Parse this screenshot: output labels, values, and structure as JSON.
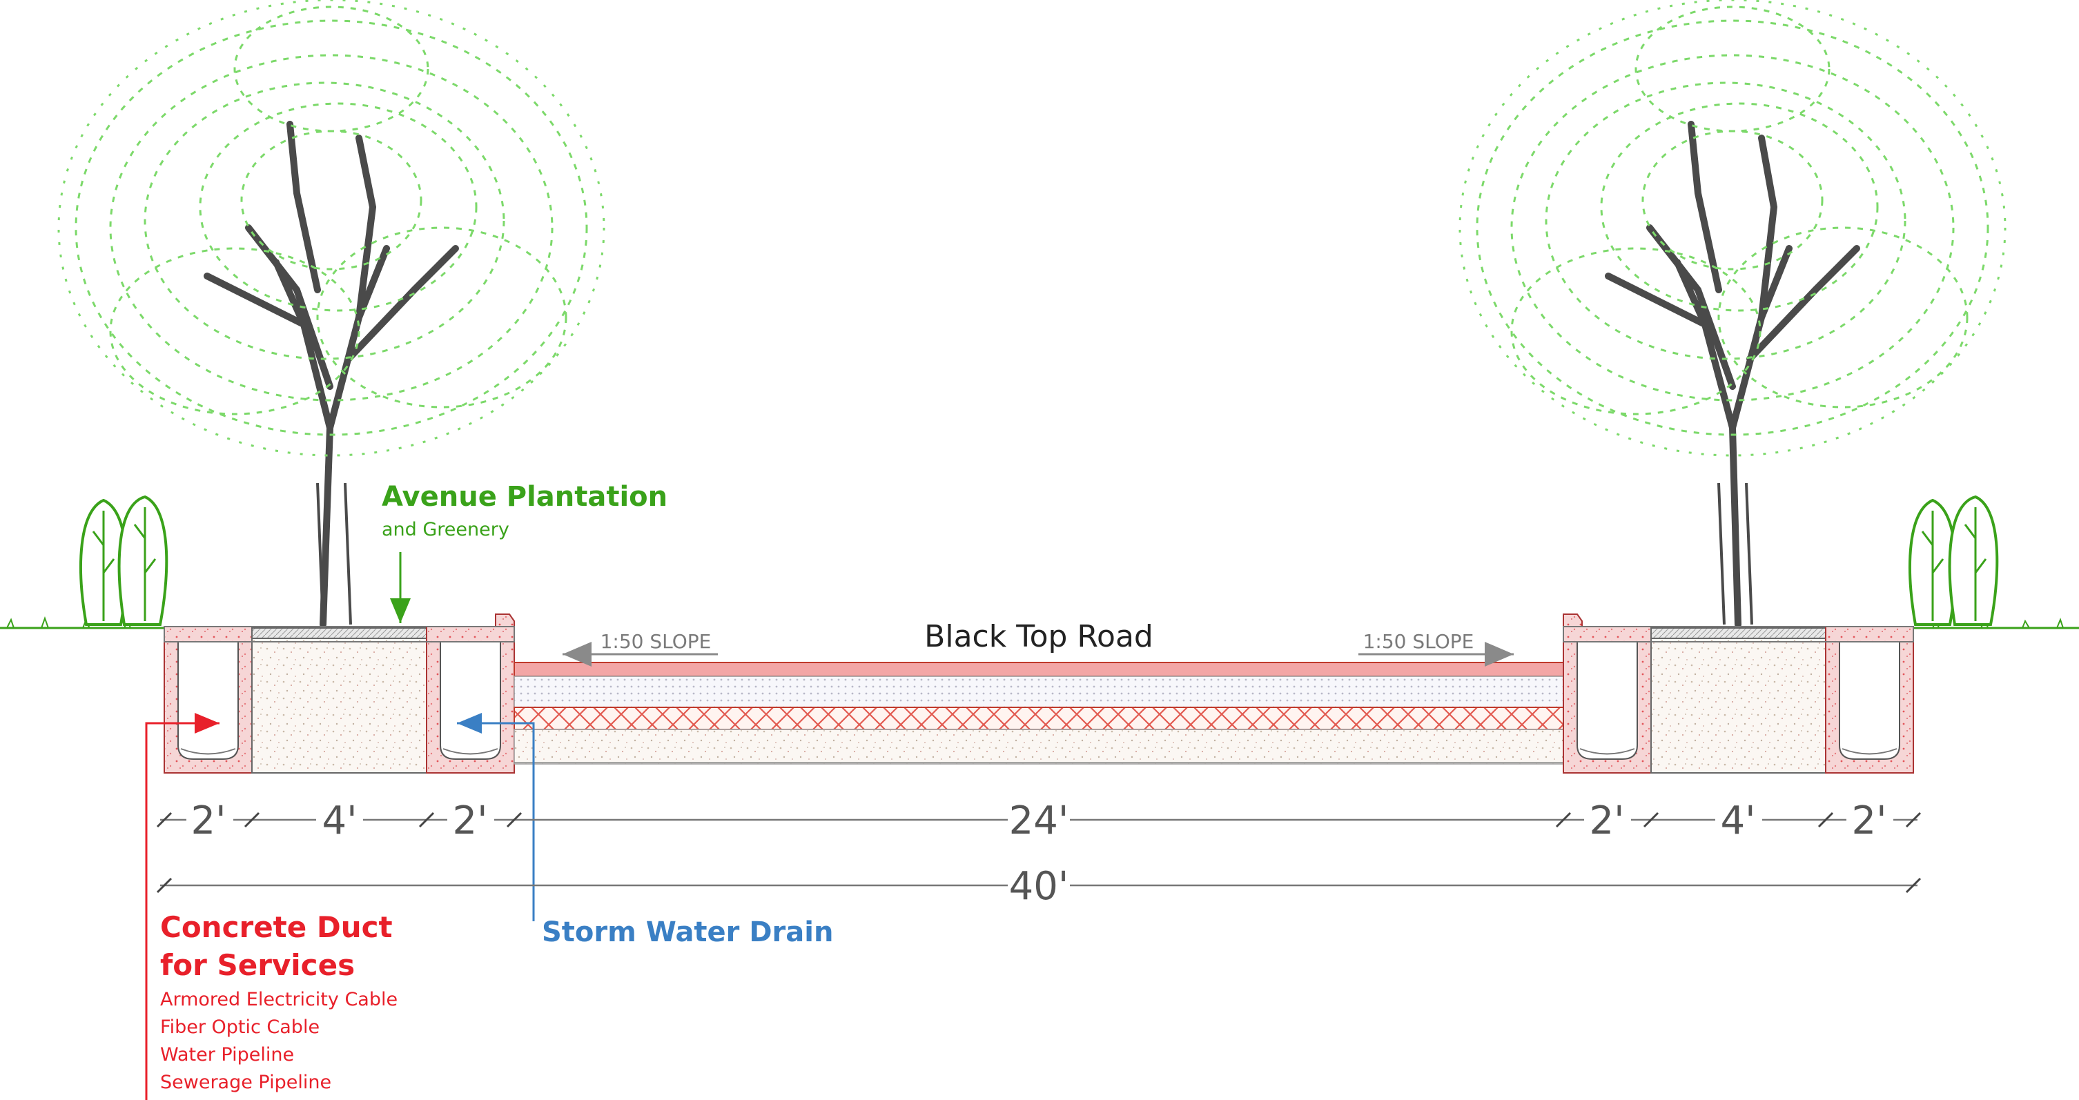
{
  "title": "Black Top Road",
  "slope_left": "1:50 SLOPE",
  "slope_right": "1:50 SLOPE",
  "avenue": {
    "heading": "Avenue Plantation",
    "sub": "and Greenery"
  },
  "storm_drain": "Storm Water Drain",
  "concrete_duct": {
    "line1": "Concrete Duct",
    "line2": "for Services",
    "items": [
      "Armored Electricity Cable",
      "Fiber Optic Cable",
      "Water Pipeline",
      "Sewerage Pipeline"
    ]
  },
  "dimensions": {
    "segments": [
      "2'",
      "4'",
      "2'",
      "24'",
      "2'",
      "4'",
      "2'"
    ],
    "total": "40'"
  },
  "colors": {
    "green": "#3aa21a",
    "red": "#e8202a",
    "blue": "#3a7fc4",
    "tree_green": "#7cd96a",
    "dim_gray": "#555555",
    "concrete_pink": "#f3c8c8"
  }
}
